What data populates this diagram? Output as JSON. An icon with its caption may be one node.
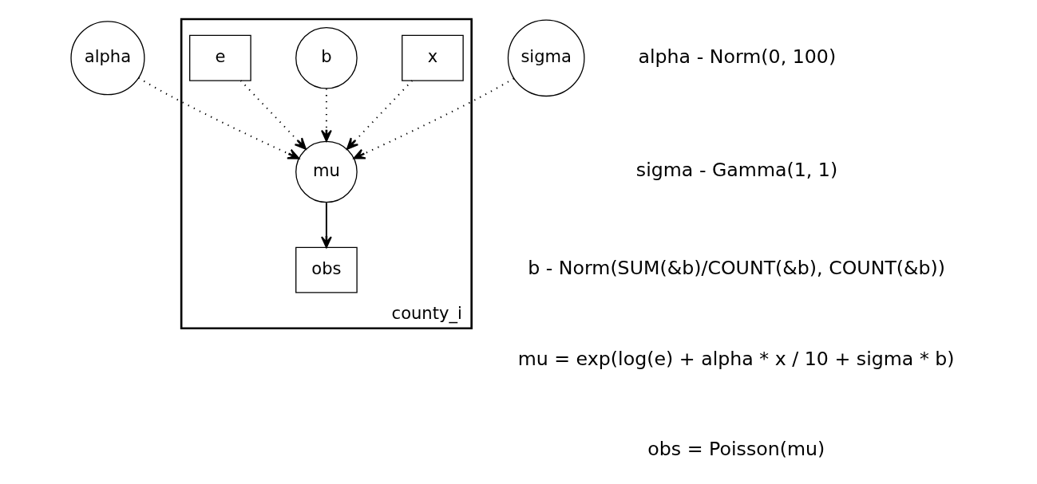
{
  "diagram": {
    "nodes": [
      {
        "text": [
          "alpha"
        ]
      },
      {
        "text": [
          "sigma"
        ]
      },
      {
        "text": [
          "county_i"
        ]
      },
      {
        "text": [
          "x"
        ],
        "in": 2
      },
      {
        "text": [
          "b"
        ],
        "in": 2
      },
      {
        "text": [
          "mu"
        ],
        "in": 2
      },
      {
        "text": [
          "e"
        ],
        "in": 2
      },
      {
        "text": [
          "obs"
        ],
        "in": 2
      }
    ],
    "edges": [
      {
        "from": 0,
        "to": 5,
        "arrow": "to",
        "style": "dashed"
      },
      {
        "from": 1,
        "to": 5,
        "arrow": "to",
        "style": "dashed"
      },
      {
        "from": 4,
        "to": 5,
        "arrow": "to",
        "style": "dashed"
      },
      {
        "from": 3,
        "to": 5,
        "arrow": "to",
        "style": "dashed"
      },
      {
        "from": 6,
        "to": 5,
        "arrow": "to",
        "style": "dashed"
      },
      {
        "from": 5,
        "to": 7,
        "arrow": "to"
      }
    ],
    "labels": [
      "alpha - Norm(0, 100)",
      "sigma - Gamma(1, 1)",
      "b - Norm(SUM(&b)/COUNT(&b), COUNT(&b))",
      "mu = exp(log(e) + alpha * x / 10 + sigma * b)",
      "obs = Poisson(mu)"
    ]
  }
}
